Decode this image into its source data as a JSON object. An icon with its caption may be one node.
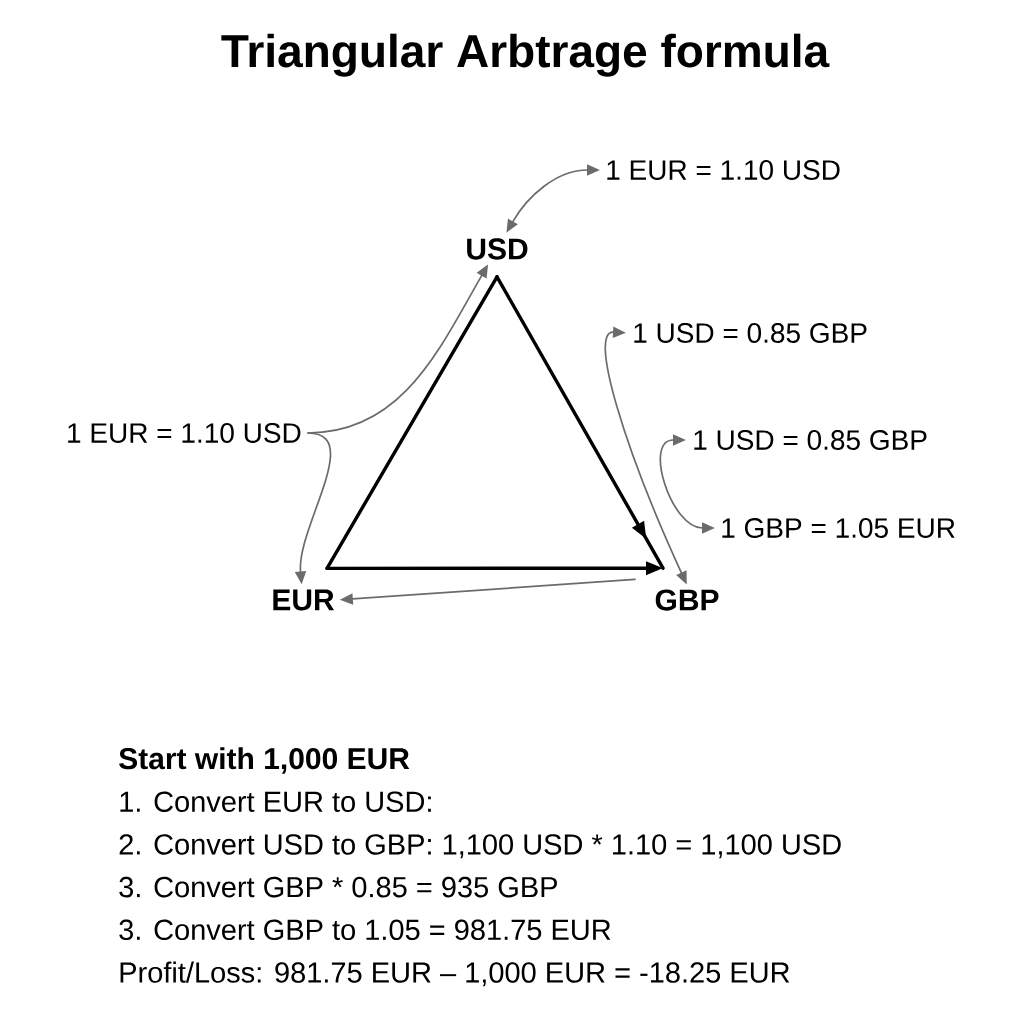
{
  "diagram": {
    "title": "Triangular Arbtrage formula",
    "nodes": [
      {
        "text": [
          "USD"
        ]
      },
      {
        "text": [
          "EUR"
        ]
      },
      {
        "text": [
          "GBP"
        ]
      },
      {
        "text": [
          "1 EUR = 1.10 USD"
        ]
      },
      {
        "text": [
          "1 EUR = 1.10 USD"
        ]
      },
      {
        "text": [
          "1 USD = 0.85 GBP"
        ]
      },
      {
        "text": [
          "1 USD = 0.85 GBP"
        ]
      },
      {
        "text": [
          "1 GBP = 1.05 EUR"
        ]
      }
    ],
    "edges": [
      {
        "from": 0,
        "to": 3,
        "arrow": "both"
      },
      {
        "from": 4,
        "to": 0,
        "arrow": "to"
      },
      {
        "from": 4,
        "to": 1,
        "arrow": "to"
      },
      {
        "from": 5,
        "to": 2,
        "arrow": "both"
      },
      {
        "from": 6,
        "to": 7,
        "arrow": "both"
      },
      {
        "from": 2,
        "to": 1,
        "arrow": "to"
      },
      {
        "from": 0,
        "to": 2,
        "arrow": "to",
        "style": "thick",
        "color": "#000000"
      },
      {
        "from": 1,
        "to": 2,
        "arrow": "to",
        "style": "thick",
        "color": "#000000"
      },
      {
        "from": 1,
        "to": 0,
        "arrow": "none",
        "style": "thick",
        "color": "#000000"
      }
    ],
    "labels": [
      "Start with 1,000 EUR",
      "1. Convert EUR to USD:",
      "2. Convert USD to GBP: 1,100 USD * 1.10 = 1,100 USD",
      "3. Convert GBP * 0.85 = 935 GBP",
      "3. Convert GBP to 1.05 = 981.75 EUR",
      "Profit/Loss: 981.75 EUR – 1,000 EUR = -18.25 EUR"
    ]
  }
}
